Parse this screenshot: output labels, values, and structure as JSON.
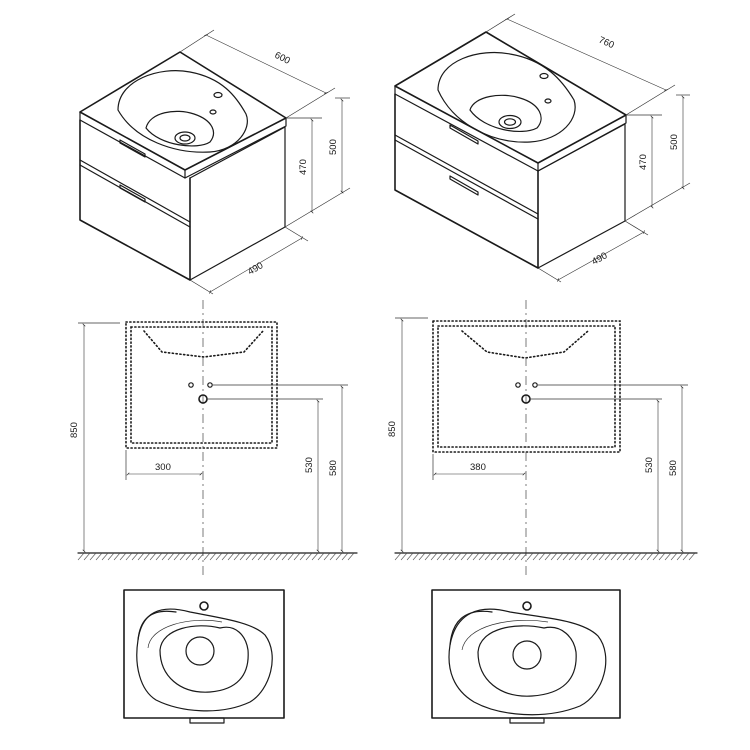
{
  "small_unit": {
    "width": "600",
    "height_total": "500",
    "height_cabinet": "470",
    "depth": "490",
    "floor_height": "850",
    "drain_height": "530",
    "tap_height": "580",
    "drain_offset": "300"
  },
  "large_unit": {
    "width": "760",
    "height_total": "500",
    "height_cabinet": "470",
    "depth": "490",
    "floor_height": "850",
    "drain_height": "530",
    "tap_height": "580",
    "drain_offset": "380"
  },
  "colors": {
    "line": "#1a1a1a",
    "background": "#ffffff"
  }
}
